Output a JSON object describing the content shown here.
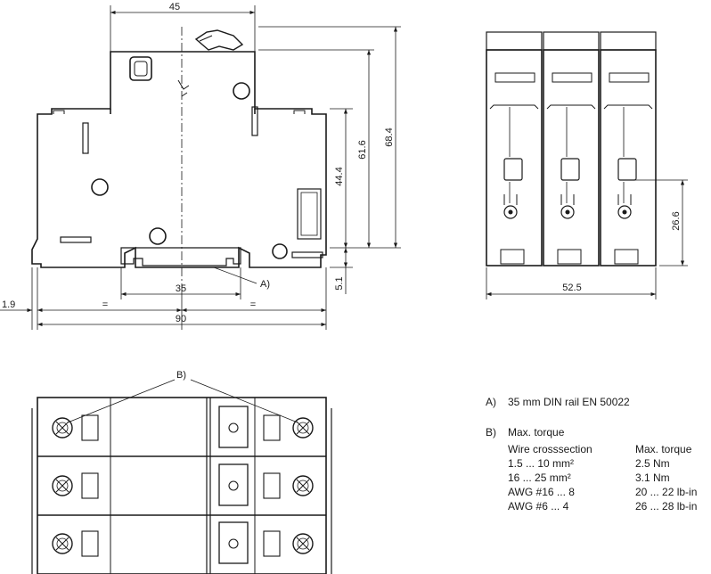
{
  "dimensions": {
    "width_top": "45",
    "height_616": "61.6",
    "height_684": "68.4",
    "height_444": "44.4",
    "rail_35": "35",
    "offset_51": "5.1",
    "left_19": "1.9",
    "eq_left": "=",
    "eq_right": "=",
    "total_90": "90",
    "width_525": "52.5",
    "height_266": "26.6"
  },
  "callouts": {
    "a": "A)",
    "b": "B)"
  },
  "legend": {
    "a_key": "A)",
    "a_text": "35 mm DIN rail EN 50022",
    "b_key": "B)",
    "b_text": "Max. torque",
    "col1_header": "Wire crosssection",
    "col2_header": "Max. torque",
    "rows": [
      {
        "wire": "1.5 ... 10 mm²",
        "torque": "2.5 Nm"
      },
      {
        "wire": "16 ... 25 mm²",
        "torque": "3.1 Nm"
      },
      {
        "wire": "AWG #16 ... 8",
        "torque": "20 ... 22 lb-in"
      },
      {
        "wire": "AWG  #6 ... 4",
        "torque": "26 ... 28 lb-in"
      }
    ]
  }
}
